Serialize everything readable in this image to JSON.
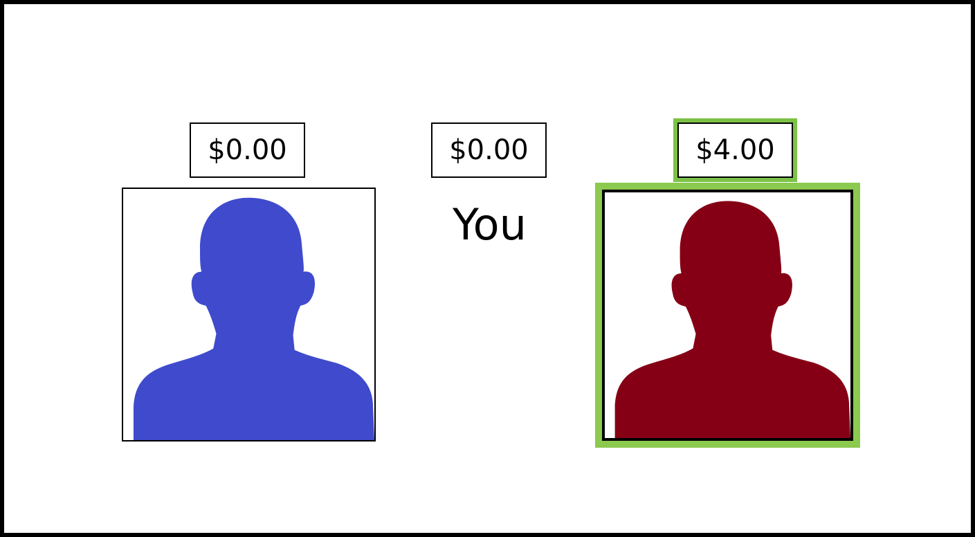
{
  "players": [
    {
      "id": "left",
      "amount": "$0.00",
      "avatar": "person-silhouette-icon",
      "color": "#3f4bcc",
      "selected": false
    },
    {
      "id": "you",
      "amount": "$0.00",
      "label": "You"
    },
    {
      "id": "right",
      "amount": "$4.00",
      "avatar": "person-silhouette-icon",
      "color": "#850015",
      "selected": true
    }
  ],
  "colors": {
    "highlight": "#8cc94f",
    "border": "#000000"
  }
}
